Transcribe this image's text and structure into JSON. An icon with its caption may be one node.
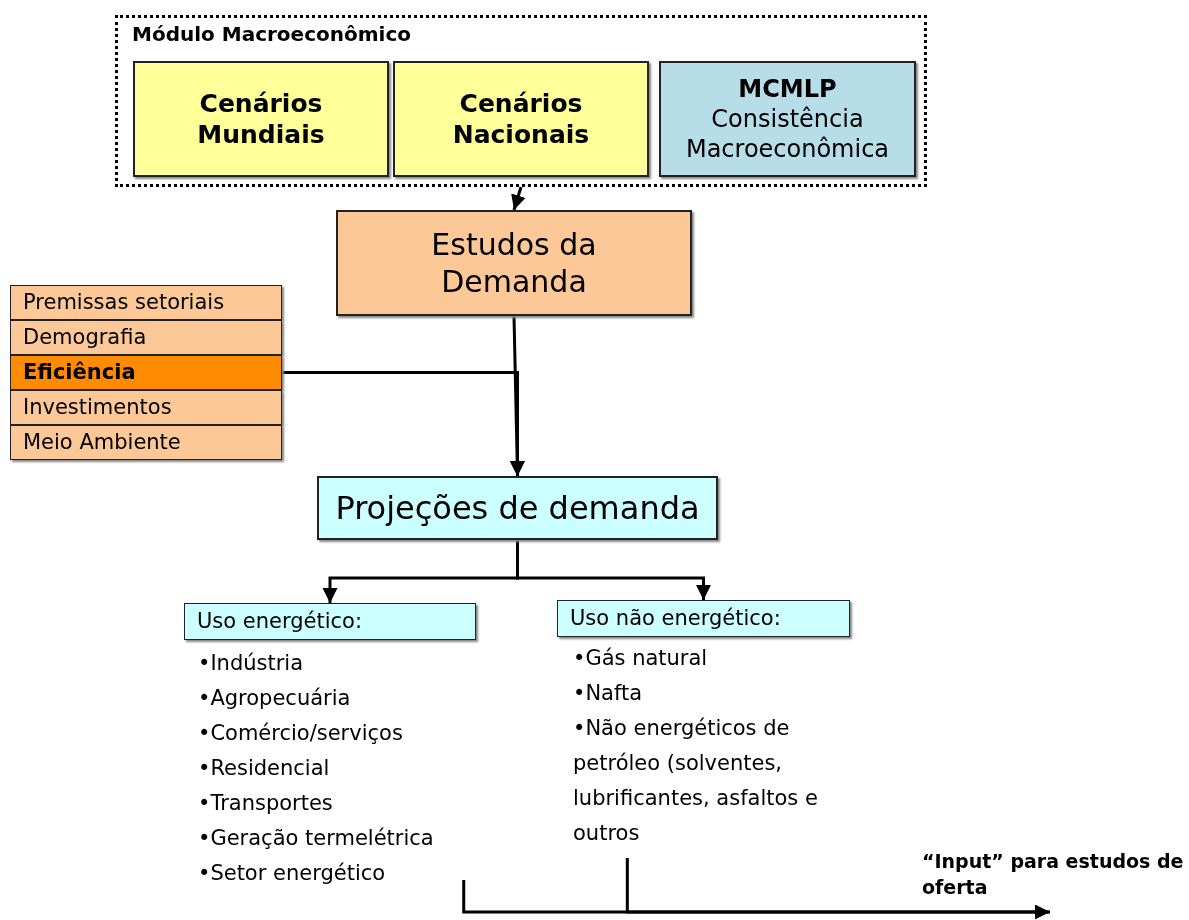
{
  "diagram": {
    "nodes": [
      {
        "text": [
          "Módulo Macroeconômico"
        ]
      },
      {
        "text": [
          "Cenários Mundiais"
        ],
        "in": 0
      },
      {
        "text": [
          "Cenários Nacionais"
        ],
        "in": 0
      },
      {
        "text": [
          "MCMLP",
          "Consistência Macroeconômica"
        ],
        "in": 0
      },
      {
        "text": [
          "Estudos da Demanda"
        ]
      },
      {
        "text": [
          "Premissas setoriais"
        ]
      },
      {
        "text": [
          "Demografia"
        ]
      },
      {
        "text": [
          "Eficiência"
        ]
      },
      {
        "text": [
          "Investimentos"
        ]
      },
      {
        "text": [
          "Meio Ambiente"
        ]
      },
      {
        "text": [
          "Projeções de  demanda"
        ]
      },
      {
        "text": [
          "Uso energético:"
        ],
        "beside": [
          "•Indústria",
          "•Agropecuária",
          "•Comércio/serviços",
          "•Residencial",
          "•Transportes",
          "•Geração termelétrica",
          "•Setor energético"
        ]
      },
      {
        "text": [
          "Uso não energético:"
        ],
        "beside": [
          "•Gás natural",
          "•Nafta",
          "•Não energéticos de petróleo (solventes, lubrificantes, asfaltos e outros"
        ]
      },
      {
        "text": [
          "“Input” para estudos de oferta"
        ]
      }
    ],
    "edges": [
      {
        "from": 0,
        "to": 4,
        "arrow": "to"
      },
      {
        "from": 4,
        "to": 10,
        "arrow": "to"
      },
      {
        "from": 7,
        "to": 10,
        "arrow": "to"
      },
      {
        "from": 10,
        "to": 11,
        "arrow": "to"
      },
      {
        "from": 10,
        "to": 12,
        "arrow": "to"
      },
      {
        "from": 11,
        "to": 13,
        "arrow": "to"
      },
      {
        "from": 12,
        "to": 13,
        "arrow": "to"
      }
    ]
  }
}
